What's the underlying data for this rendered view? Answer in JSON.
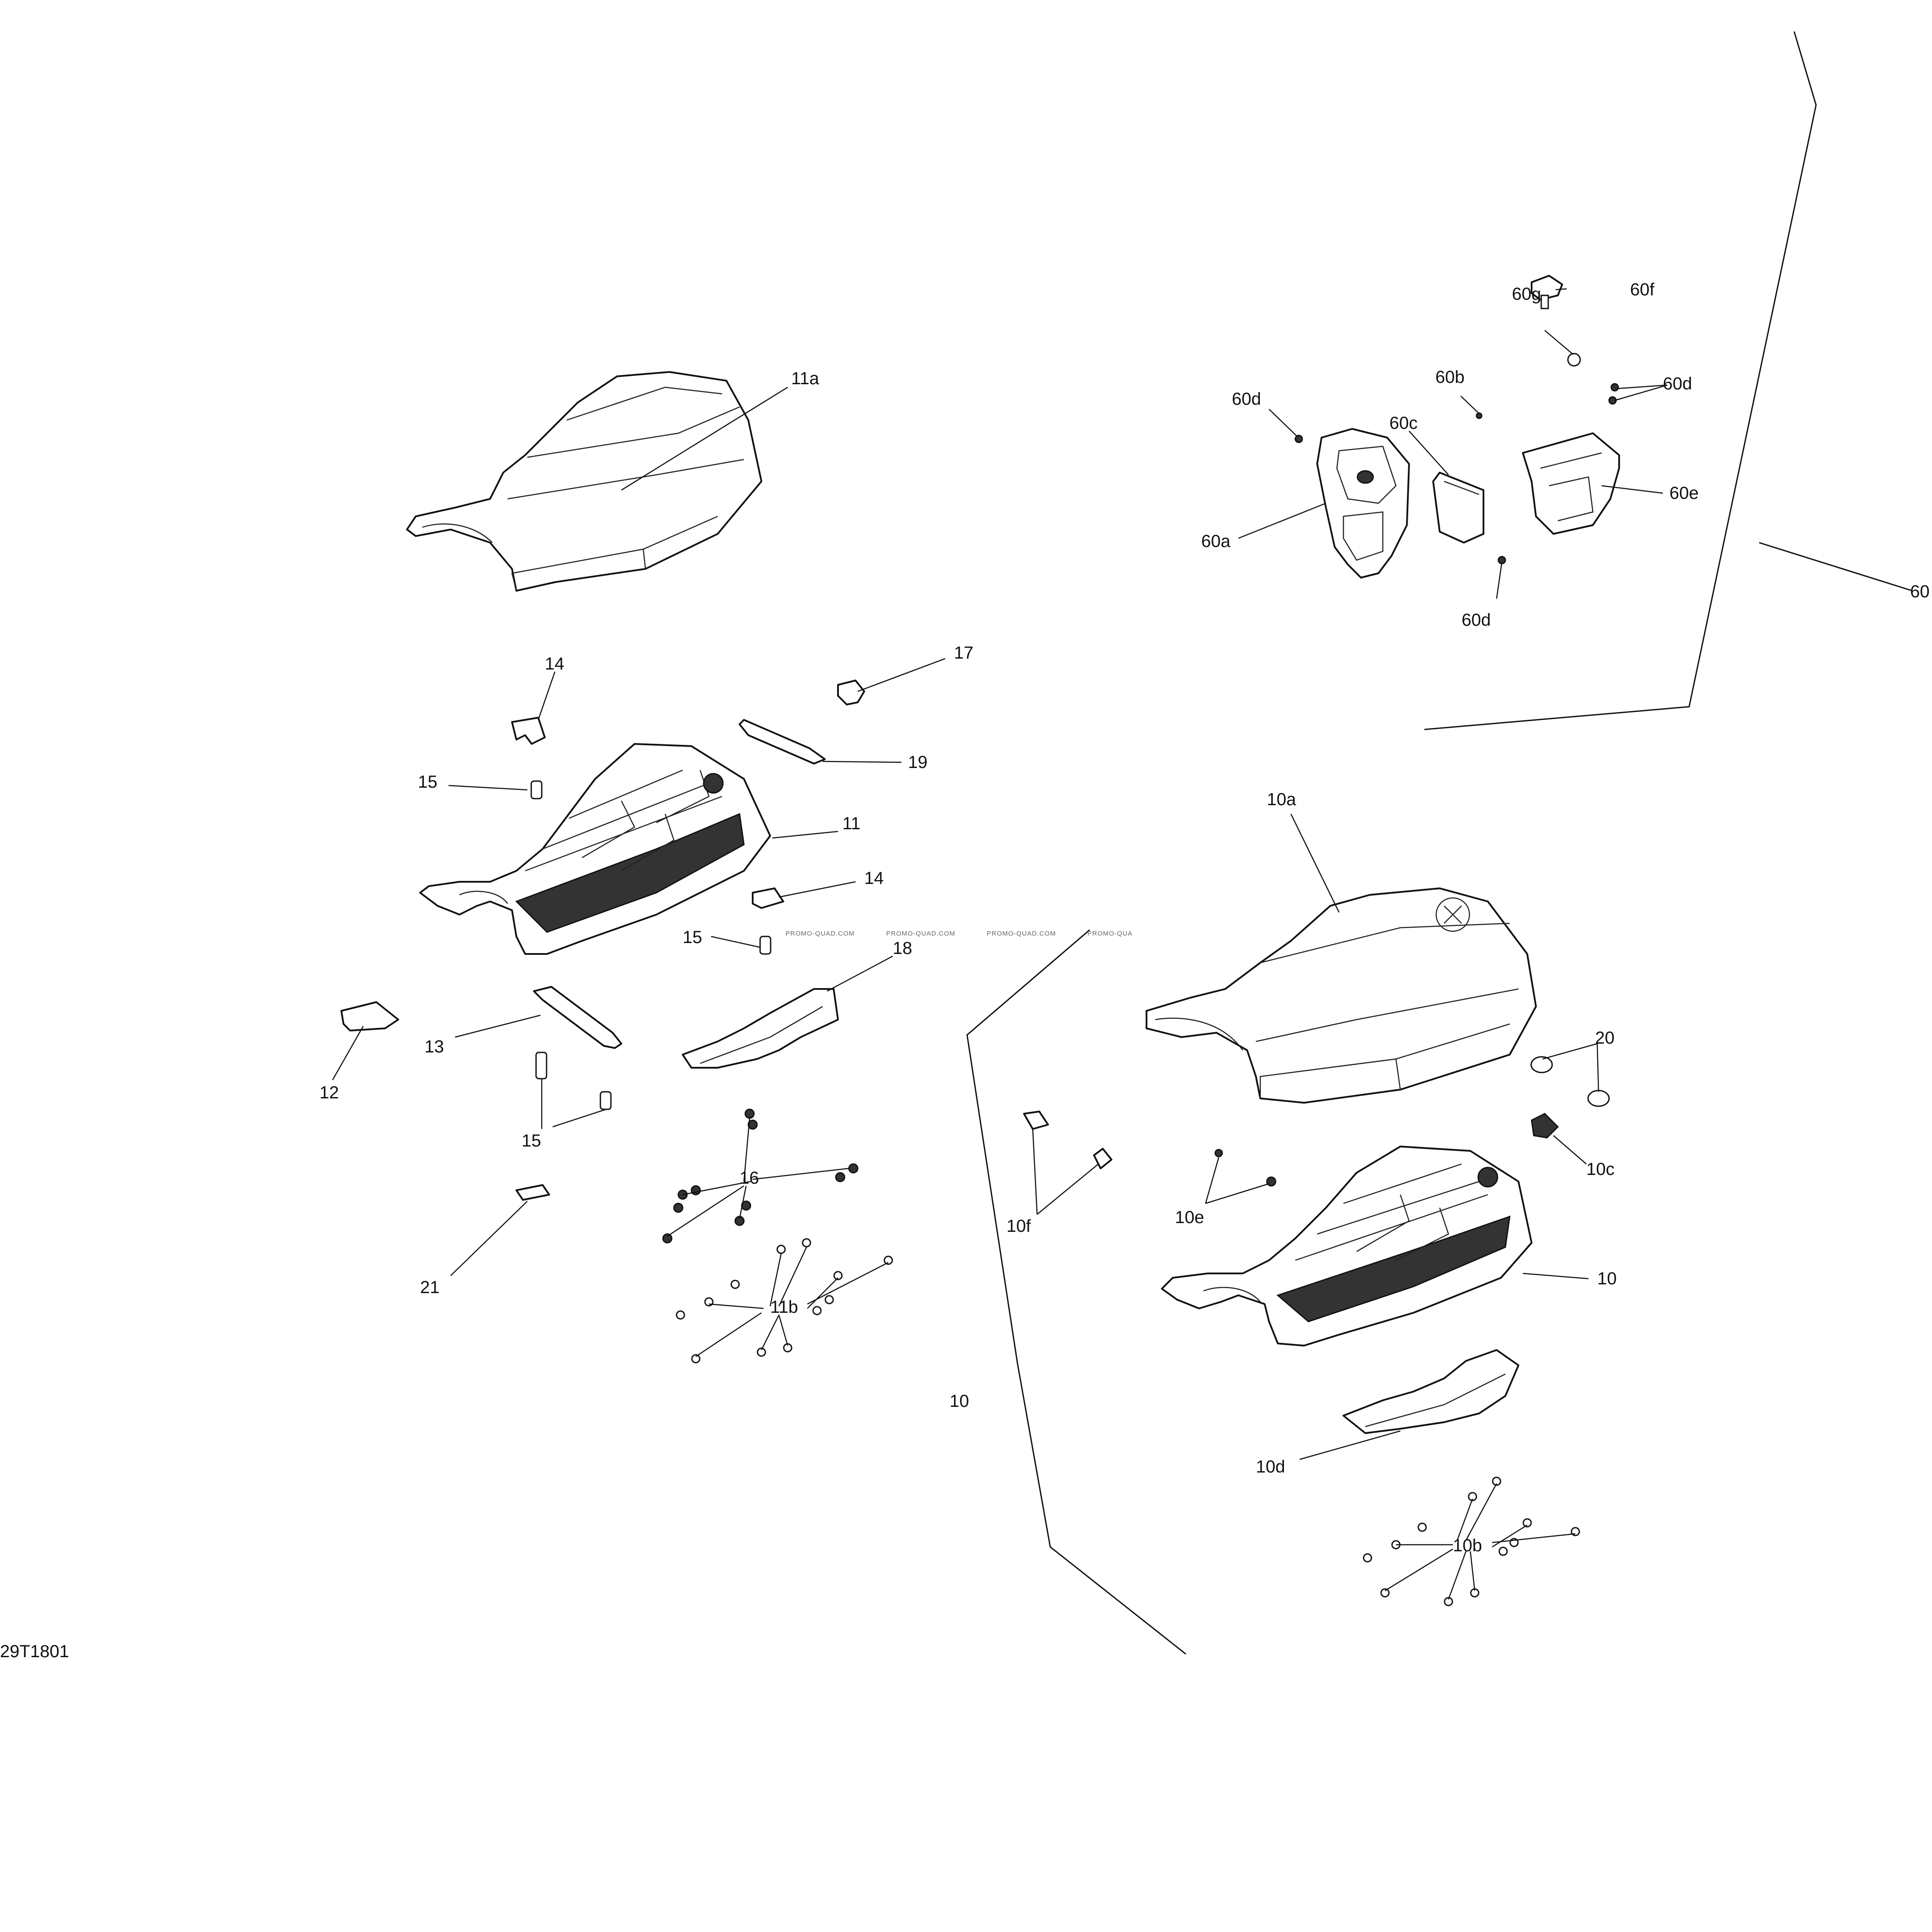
{
  "diagram": {
    "figure_code": "29T1801",
    "watermark": [
      "PROMO-QUAD.COM",
      "PROMO-QUAD.COM",
      "PROMO-QUAD.COM",
      "PROMO-QUA"
    ],
    "callouts": {
      "c11a": "11a",
      "c14a": "14",
      "c17": "17",
      "c19": "19",
      "c15a": "15",
      "c11": "11",
      "c14b": "14",
      "c15b": "15",
      "c18": "18",
      "c12": "12",
      "c13": "13",
      "c15c": "15",
      "c16": "16",
      "c21": "21",
      "c11b": "11b",
      "c10left": "10",
      "c60f": "60f",
      "c60g": "60g",
      "c60b": "60b",
      "c60d1": "60d",
      "c60d2": "60d",
      "c60c": "60c",
      "c60a": "60a",
      "c60e": "60e",
      "c60d3": "60d",
      "c60": "60",
      "c10a": "10a",
      "c20": "20",
      "c10c": "10c",
      "c10f": "10f",
      "c10e": "10e",
      "c10": "10",
      "c10d": "10d",
      "c10b": "10b"
    }
  }
}
